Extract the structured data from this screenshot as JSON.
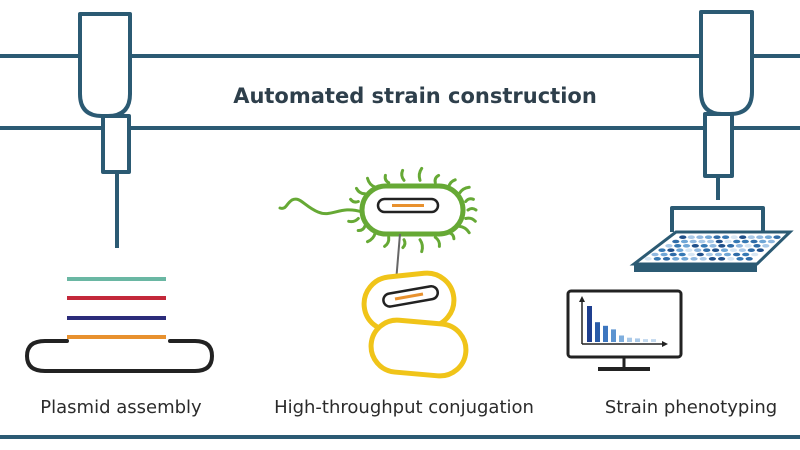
{
  "title": "Automated strain construction",
  "steps": [
    {
      "label": "Plasmid assembly"
    },
    {
      "label": "High-throughput conjugation"
    },
    {
      "label": "Strain phenotyping"
    }
  ],
  "colors": {
    "frame": "#2b5a73",
    "dna_teal": "#6ab7a3",
    "dna_red": "#c3283a",
    "dna_navy": "#2b2b7a",
    "dna_orange": "#e8912e",
    "donor_green": "#66a935",
    "recipient_yellow": "#f0c419",
    "plate_blue": "#3679b4",
    "chart_bar_dark": "#1f3f8f",
    "chart_bar_light": "#a9c9e8"
  }
}
